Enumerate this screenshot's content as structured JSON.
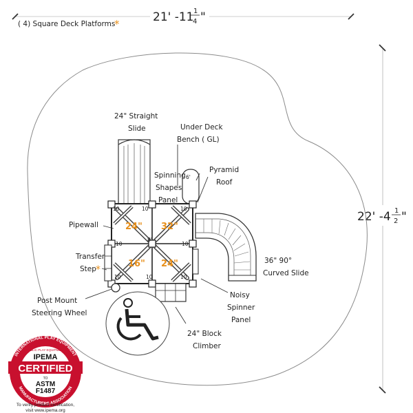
{
  "header": {
    "platforms_label": "( 4) Square Deck Platforms",
    "platforms_asterisk": "*"
  },
  "dimensions": {
    "width_whole": "21' -11",
    "width_num": "1",
    "width_den": "4",
    "width_inch": "\"",
    "height_whole": "22' -4",
    "height_num": "1",
    "height_den": "2",
    "height_inch": "\""
  },
  "labels": {
    "straight_slide": [
      "24\" Straight",
      "Slide"
    ],
    "under_deck_bench": [
      "Under Deck",
      "Bench ( GL)"
    ],
    "spinning_shapes": [
      "Spinning",
      "Shapes",
      "Panel"
    ],
    "pyramid_roof": [
      "Pyramid",
      "Roof"
    ],
    "pipewall": "Pipewall",
    "transfer_step": [
      "Transfer",
      "Step"
    ],
    "transfer_asterisk": "*",
    "curved_slide": [
      "36\" 90°",
      "Curved Slide"
    ],
    "steering_wheel": [
      "Post Mount",
      "Steering Wheel"
    ],
    "spinner_panel": [
      "Noisy",
      "Spinner",
      "Panel"
    ],
    "block_climber": [
      "24\" Block",
      "Climber"
    ],
    "post_six": "6'",
    "center_eight": "8'",
    "post_heights": [
      "10",
      "10",
      "10",
      "10",
      "10",
      "10",
      "10",
      "10"
    ]
  },
  "decks": [
    "24\"",
    "32\"",
    "16\"",
    "24\""
  ],
  "colors": {
    "deck_label": "#e8901c",
    "seal_red": "#c8102e",
    "line": "#333333"
  },
  "seal": {
    "ring_top": "INTERNATIONAL PLAY EQUIPMENT",
    "ring_bottom": "MANUFACTURERS ASSOCIATION",
    "ipema": "IPEMA",
    "certified": "CERTIFIED",
    "public_play": "PUBLIC PLAY EQUIPMENT",
    "to": "TO",
    "astm": "ASTM",
    "standard": "F1487",
    "note_line1": "To verify product certification,",
    "note_line2": "visit www.ipema.org"
  }
}
